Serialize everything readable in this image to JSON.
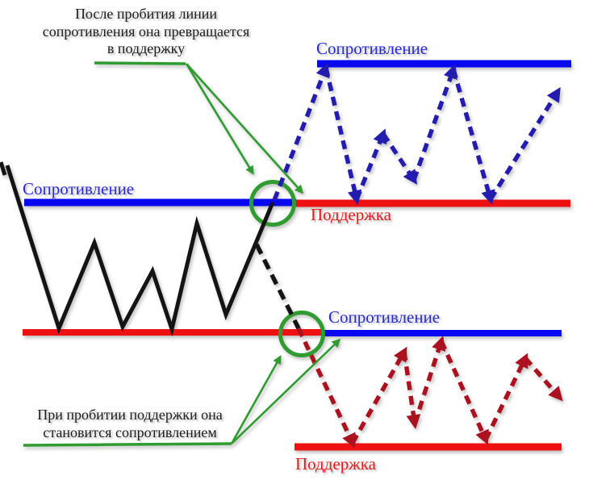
{
  "annotations": {
    "top": {
      "lines": [
        "После пробития линии",
        "сопротивления она превращается",
        "в поддержку"
      ]
    },
    "bottom": {
      "lines": [
        "При пробитии поддержки она",
        "становится сопротивлением"
      ]
    }
  },
  "labels": {
    "resistance_left": "Сопротивление",
    "resistance_top_right": "Сопротивление",
    "resistance_bottom_mid": "Сопротивление",
    "support_mid": "Поддержка",
    "support_bottom": "Поддержка"
  },
  "colors": {
    "resistance_blue": "#0808f0",
    "support_red": "#ee1111",
    "price_black": "#141414",
    "uptrend_dashed_blue": "#241cae",
    "downtrend_dashed_dark_red": "#ab1220",
    "annotation_green": "#2f9b30",
    "label_blue": "#2b2bcc",
    "label_red": "#e41b1b"
  }
}
